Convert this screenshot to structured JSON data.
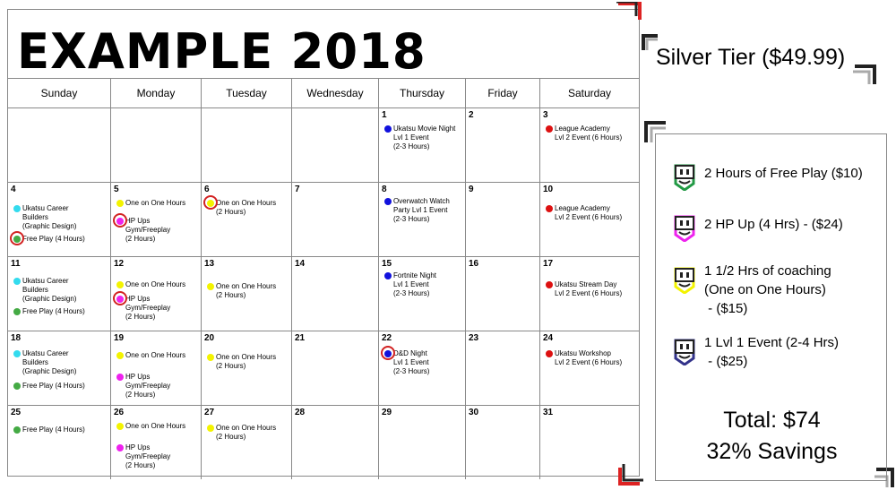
{
  "title": "EXAMPLE 2018",
  "weekdays": [
    "Sunday",
    "Monday",
    "Tuesday",
    "Wednesday",
    "Thursday",
    "Friday",
    "Saturday"
  ],
  "colors": {
    "cyan": "#33dbee",
    "green": "#44aa44",
    "yellow": "#f3f300",
    "magenta": "#ee22ee",
    "blue": "#1111dd",
    "red": "#dd1111",
    "ring": "#d22222"
  },
  "days": {
    "r0": [
      "",
      "",
      "",
      "",
      "1",
      "2",
      "3"
    ],
    "r1": [
      "4",
      "5",
      "6",
      "7",
      "8",
      "9",
      "10"
    ],
    "r2": [
      "11",
      "12",
      "13",
      "14",
      "15",
      "16",
      "17"
    ],
    "r3": [
      "18",
      "19",
      "20",
      "21",
      "22",
      "23",
      "24"
    ],
    "r4": [
      "25",
      "26",
      "27",
      "28",
      "29",
      "30",
      "31"
    ]
  },
  "events": {
    "thu1": "Ukatsu Movie Night\nLvl 1 Event\n(2-3 Hours)",
    "sat3": "League Academy\nLvl 2 Event (6 Hours)",
    "sun4a": "Ukatsu Career\nBuilders\n(Graphic Design)",
    "sun4b": "Free Play (4 Hours)",
    "mon5a": "One on One Hours",
    "mon5b": "HP Ups\nGym/Freeplay\n(2 Hours)",
    "tue6": "One on One Hours\n(2 Hours)",
    "thu8": "Overwatch Watch\nParty Lvl 1 Event\n(2-3 Hours)",
    "sat10": "League Academy\nLvl 2 Event (6 Hours)",
    "sun11a": "Ukatsu Career\nBuilders\n(Graphic Design)",
    "sun11b": "Free Play (4 Hours)",
    "mon12a": "One on One Hours",
    "mon12b": "HP Ups\nGym/Freeplay\n(2 Hours)",
    "tue13": "One on One Hours\n(2 Hours)",
    "thu15": "Fortnite Night\nLvl 1 Event\n(2-3 Hours)",
    "sat17": "Ukatsu Stream Day\nLvl 2 Event (6 Hours)",
    "sun18a": "Ukatsu Career\nBuilders\n(Graphic Design)",
    "sun18b": "Free Play (4 Hours)",
    "mon19a": "One on One Hours",
    "mon19b": "HP Ups\nGym/Freeplay\n(2 Hours)",
    "tue20": "One on One Hours\n(2 Hours)",
    "thu22": "D&D Night\nLvl 1 Event\n(2-3 Hours)",
    "sat24": "Ukatsu Workshop\nLvl 2 Event (6 Hours)",
    "sun25": "Free Play (4 Hours)",
    "mon26a": "One on One Hours",
    "mon26b": "HP Ups\nGym/Freeplay\n(2 Hours)",
    "tue27": "One on One Hours\n(2 Hours)"
  },
  "tier": "Silver Tier ($49.99)",
  "items": [
    {
      "text": "2 Hours of Free Play ($10)",
      "color": "#229944"
    },
    {
      "text": "2 HP Up (4 Hrs) - ($24)",
      "color": "#ee22ee"
    },
    {
      "text": "1 1/2 Hrs of coaching\n(One on One Hours)\n - ($15)",
      "color": "#f3f300"
    },
    {
      "text": "1 Lvl 1 Event (2-4 Hrs)\n - ($25)",
      "color": "#33338a"
    }
  ],
  "total": "Total: $74",
  "savings": "32% Savings"
}
